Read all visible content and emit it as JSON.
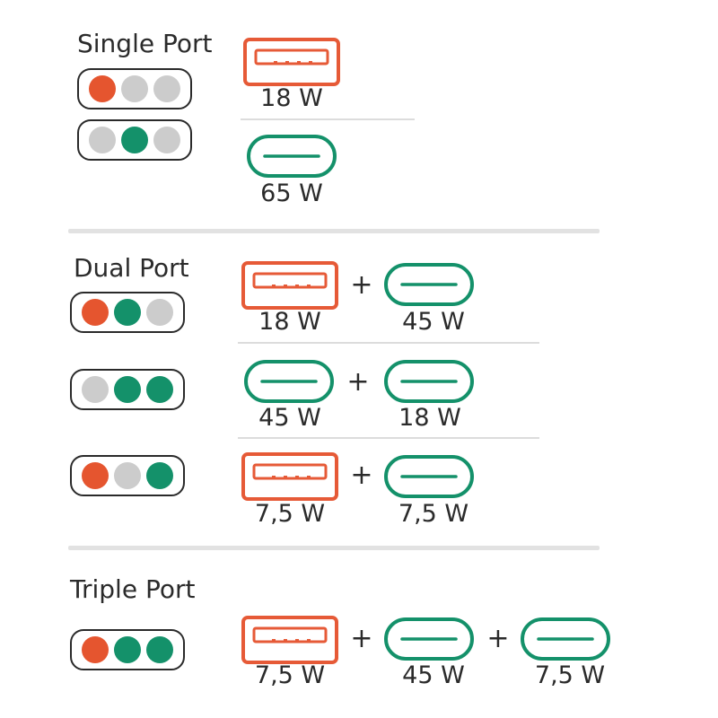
{
  "colors": {
    "usb_a": "#e65a37",
    "usb_c": "#14916a",
    "led_red": "#e5552f",
    "led_green": "#14916a",
    "led_off": "#cccccc",
    "outline": "#2a2a2a"
  },
  "sections": [
    {
      "title": "Single Port",
      "configs": [
        {
          "leds": [
            "red",
            "off",
            "off"
          ],
          "ports": [
            {
              "type": "usb-a",
              "watt": "18 W"
            }
          ]
        },
        {
          "leds": [
            "off",
            "green",
            "off"
          ],
          "ports": [
            {
              "type": "usb-c",
              "watt": "65 W"
            }
          ]
        }
      ]
    },
    {
      "title": "Dual Port",
      "configs": [
        {
          "leds": [
            "red",
            "green",
            "off"
          ],
          "ports": [
            {
              "type": "usb-a",
              "watt": "18 W"
            },
            {
              "type": "usb-c",
              "watt": "45 W"
            }
          ]
        },
        {
          "leds": [
            "off",
            "green",
            "green"
          ],
          "ports": [
            {
              "type": "usb-c",
              "watt": "45 W"
            },
            {
              "type": "usb-c",
              "watt": "18 W"
            }
          ]
        },
        {
          "leds": [
            "red",
            "off",
            "green"
          ],
          "ports": [
            {
              "type": "usb-a",
              "watt": "7,5 W"
            },
            {
              "type": "usb-c",
              "watt": "7,5 W"
            }
          ]
        }
      ]
    },
    {
      "title": "Triple Port",
      "configs": [
        {
          "leds": [
            "red",
            "green",
            "green"
          ],
          "ports": [
            {
              "type": "usb-a",
              "watt": "7,5 W"
            },
            {
              "type": "usb-c",
              "watt": "45 W"
            },
            {
              "type": "usb-c",
              "watt": "7,5 W"
            }
          ]
        }
      ]
    }
  ],
  "plus_sign": "+"
}
